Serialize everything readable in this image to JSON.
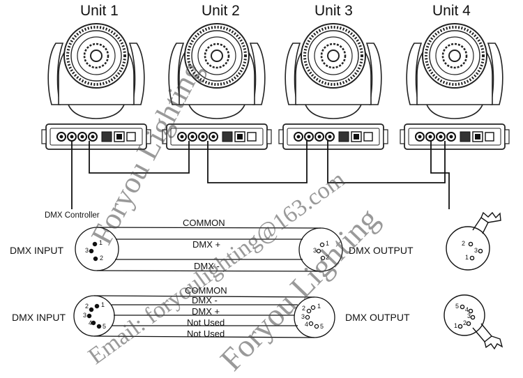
{
  "units": [
    "Unit 1",
    "Unit 2",
    "Unit 3",
    "Unit 4"
  ],
  "controller_label": "DMX Controller",
  "three_pin": {
    "input_label": "DMX INPUT",
    "output_label": "DMX OUTPUT",
    "wires": [
      "COMMON",
      "DMX +",
      "DMX -"
    ],
    "input_pins": [
      "1",
      "3",
      "2"
    ],
    "output_pins": [
      "1",
      "3",
      "2"
    ],
    "detail_pins": [
      "2",
      "3",
      "1"
    ]
  },
  "five_pin": {
    "input_label": "DMX INPUT",
    "output_label": "DMX OUTPUT",
    "wires": [
      "COMMON",
      "DMX -",
      "DMX +",
      "Not Used",
      "Not Used"
    ],
    "input_pins": [
      "2",
      "1",
      "3",
      "4",
      "5"
    ],
    "output_pins": [
      "2",
      "1",
      "3",
      "4",
      "5"
    ],
    "detail_pins": [
      "5",
      "4",
      "3",
      "1",
      "2"
    ]
  },
  "watermarks": [
    "Foryou Lighting",
    "Email: foryoulighting@163.com",
    "Foryou Lighting"
  ]
}
